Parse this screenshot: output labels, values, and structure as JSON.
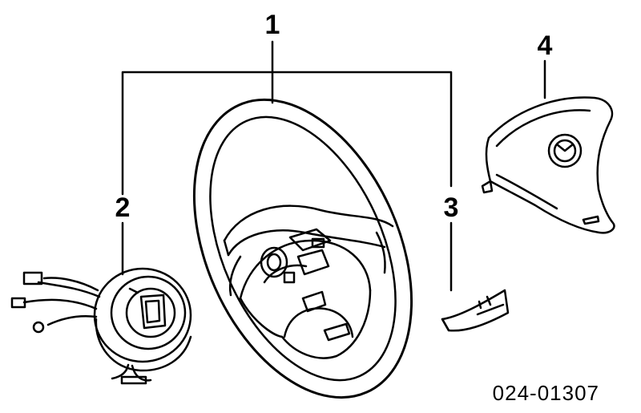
{
  "diagram": {
    "callouts": [
      {
        "id": "1",
        "label": "1"
      },
      {
        "id": "2",
        "label": "2"
      },
      {
        "id": "3",
        "label": "3"
      },
      {
        "id": "4",
        "label": "4"
      }
    ],
    "part_code": "024-01307"
  }
}
